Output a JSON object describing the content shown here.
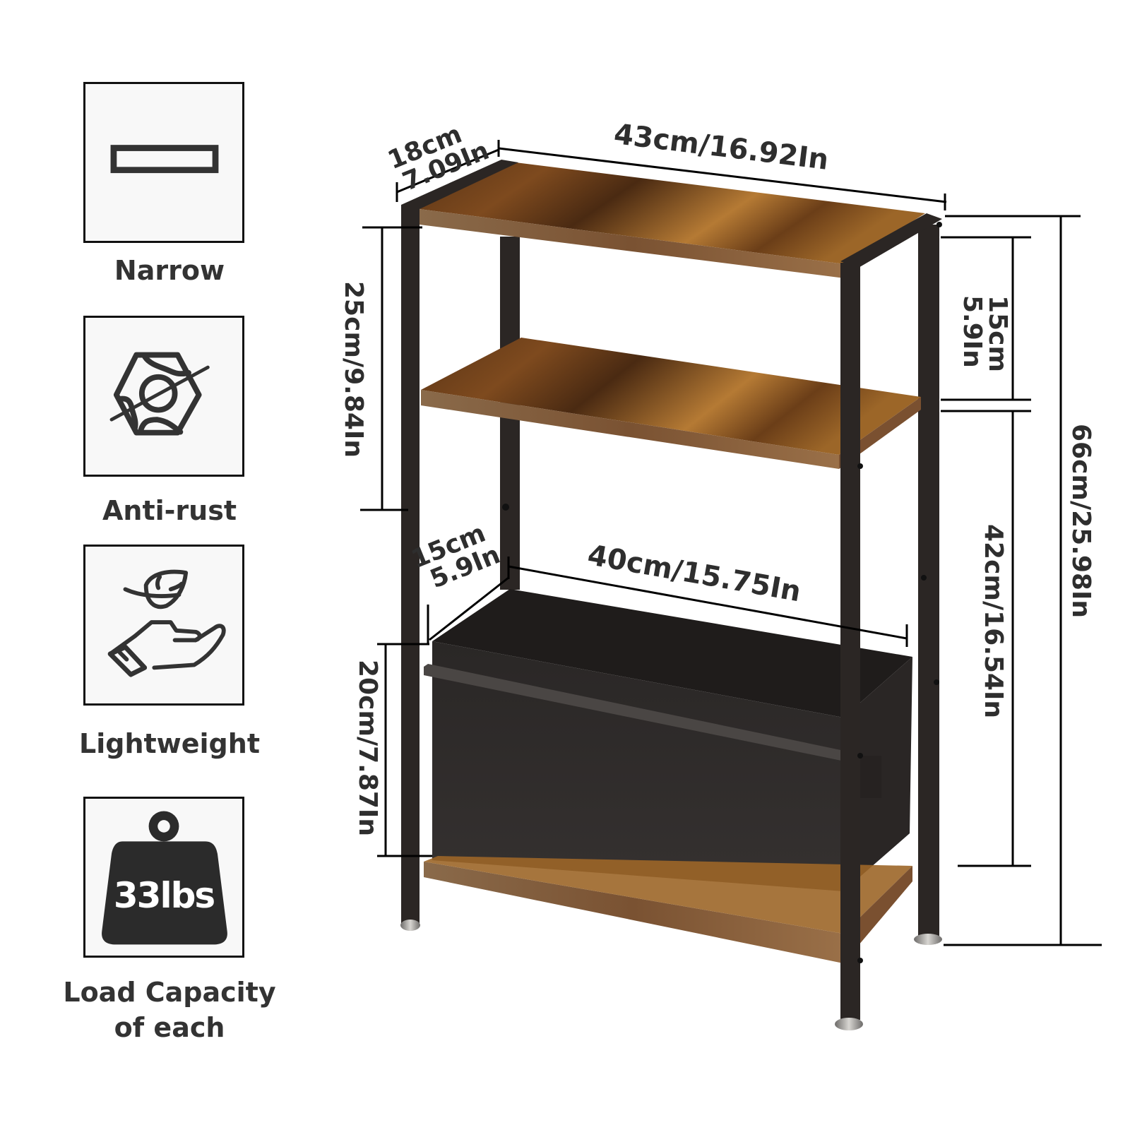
{
  "features": [
    {
      "id": "narrow",
      "icon": "narrow-rectangle-icon",
      "label": "Narrow"
    },
    {
      "id": "anti-rust",
      "icon": "anti-rust-hex-nut-icon",
      "label": "Anti-rust"
    },
    {
      "id": "lightweight",
      "icon": "hand-holding-feather-icon",
      "label": "Lightweight"
    },
    {
      "id": "load-capacity",
      "icon": "weight-icon",
      "badge": "33lbs",
      "label_line1": "Load Capacity",
      "label_line2": "of each"
    }
  ],
  "dimensions": {
    "depth_top": {
      "cm": "18cm",
      "in": "7.09In"
    },
    "width_top": "43cm/16.92In",
    "gap_top_shelves": "25cm/9.84In",
    "top_tier_height": {
      "cm": "15cm",
      "in": "5.9In"
    },
    "basket_depth": {
      "cm": "15cm",
      "in": "5.9In"
    },
    "basket_width": "40cm/15.75In",
    "basket_height": "20cm/7.87In",
    "lower_height": "42cm/16.54In",
    "total_height": "66cm/25.98In"
  },
  "colors": {
    "frame": "#2b2624",
    "wood": "#7a4a22",
    "wood_light": "#b07432",
    "wood_dark": "#4a2a12",
    "fabric": "#2f2c2b",
    "text": "#2e2e2e",
    "line": "#000000"
  }
}
